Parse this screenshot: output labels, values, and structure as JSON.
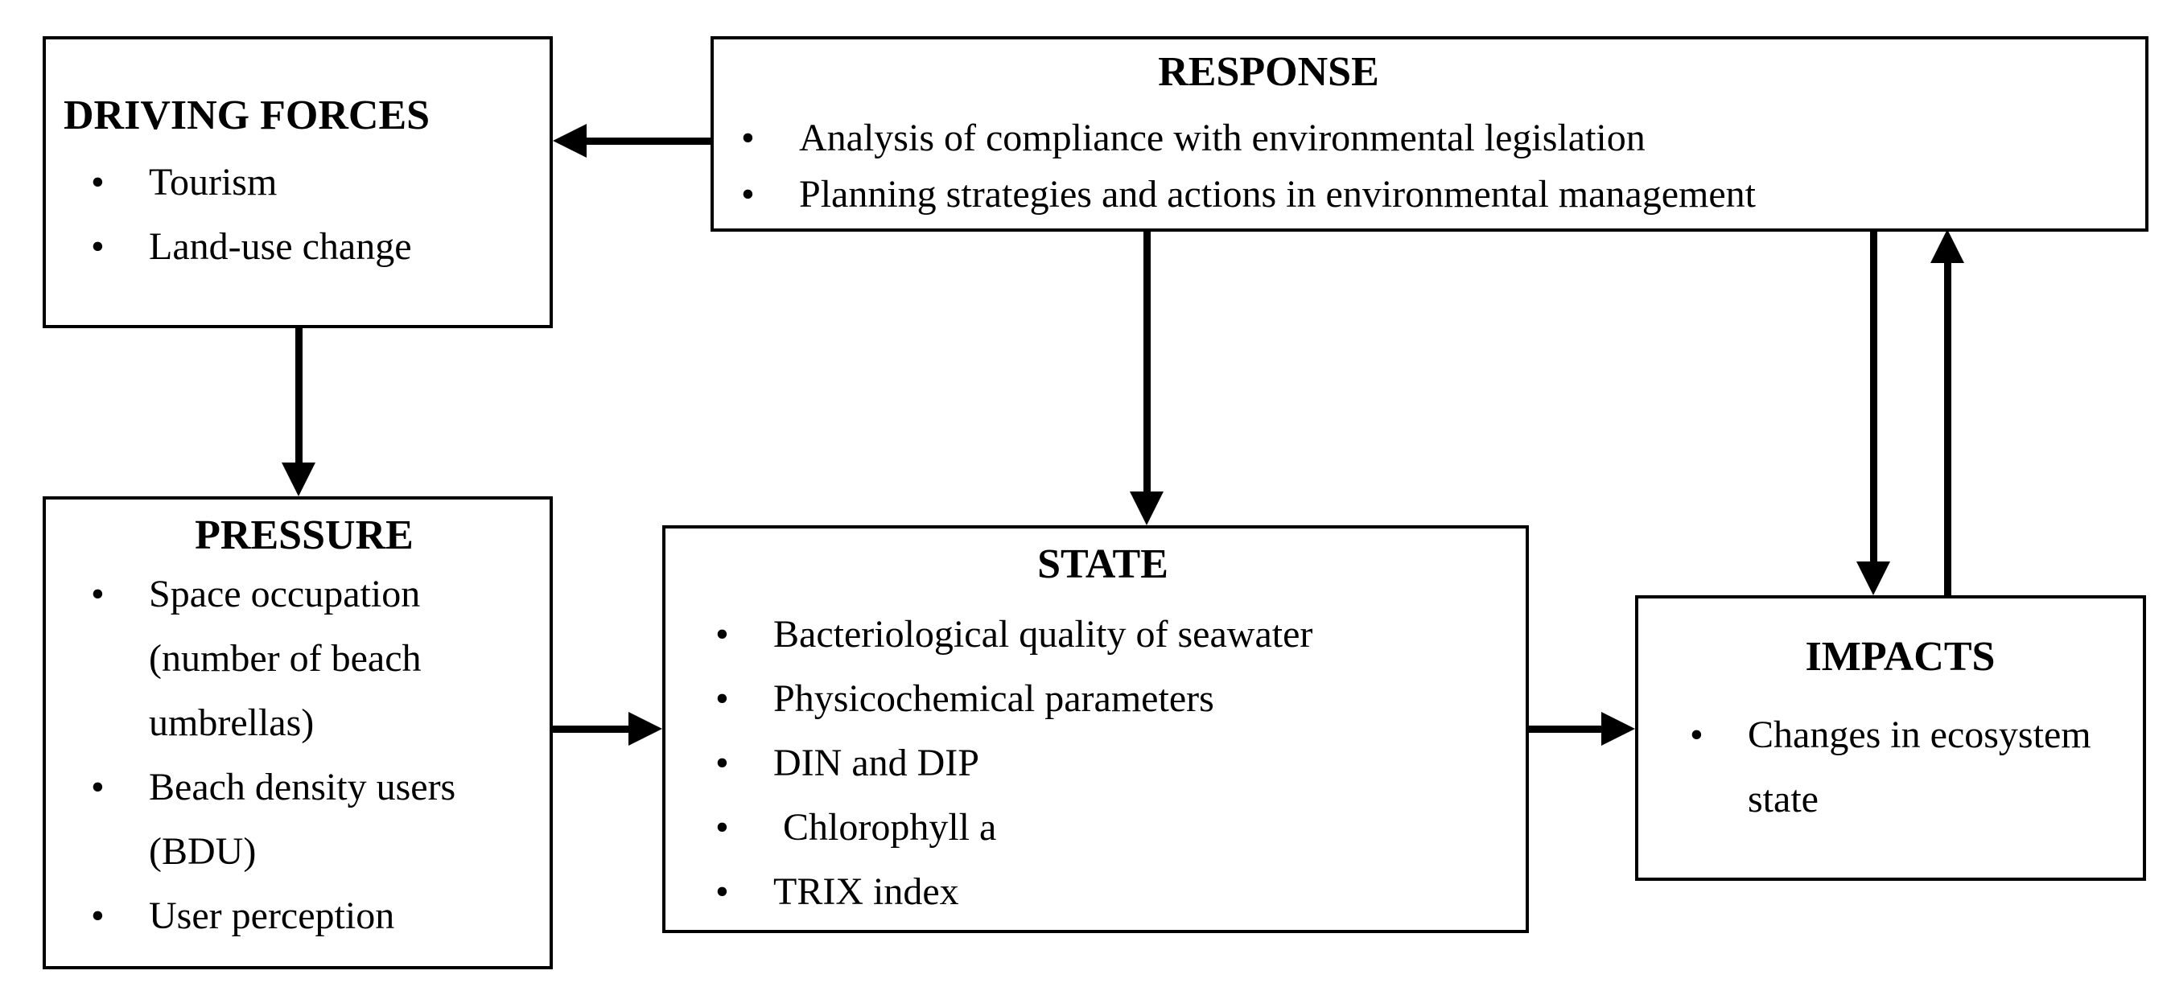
{
  "diagram": {
    "type": "DPSIR framework flow diagram",
    "colors": {
      "line": "#000000",
      "background": "#ffffff",
      "text": "#000000"
    }
  },
  "boxes": {
    "driving_forces": {
      "title": "DRIVING FORCES",
      "items": [
        "Tourism",
        "Land-use change"
      ]
    },
    "response": {
      "title": "RESPONSE",
      "items": [
        "Analysis of compliance with environmental legislation",
        "Planning strategies and actions in environmental management"
      ]
    },
    "pressure": {
      "title": "PRESSURE",
      "items": [
        "Space occupation (number of beach umbrellas)",
        "Beach density users (BDU)",
        "User perception"
      ]
    },
    "state": {
      "title": "STATE",
      "items": [
        "Bacteriological quality of seawater",
        "Physicochemical parameters",
        "DIN and DIP",
        " Chlorophyll a",
        "TRIX index"
      ]
    },
    "impacts": {
      "title": "IMPACTS",
      "items": [
        "Changes in ecosystem state"
      ]
    }
  },
  "arrows": [
    {
      "from": "response",
      "to": "driving_forces",
      "direction": "left"
    },
    {
      "from": "driving_forces",
      "to": "pressure",
      "direction": "down"
    },
    {
      "from": "response",
      "to": "state",
      "direction": "down"
    },
    {
      "from": "pressure",
      "to": "state",
      "direction": "right"
    },
    {
      "from": "state",
      "to": "impacts",
      "direction": "right"
    },
    {
      "from": "response",
      "to": "impacts",
      "direction": "down"
    },
    {
      "from": "impacts",
      "to": "response",
      "direction": "up"
    }
  ]
}
